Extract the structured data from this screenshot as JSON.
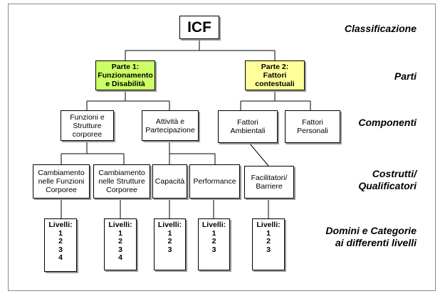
{
  "root": "ICF",
  "levels_label": {
    "classificazione": "Classificazione",
    "parti": "Parti",
    "componenti": "Componenti",
    "costrutti": "Costrutti/\nQualificatori",
    "domini": "Domini e Categorie\nai differenti livelli"
  },
  "parts": {
    "part1": "Parte 1:\nFunzionamento\ne Disabilità",
    "part2": "Parte 2:\nFattori\ncontestuali"
  },
  "components": {
    "funzioni": "Funzioni e\nStrutture\ncorporee",
    "attivita": "Attività e\nPartecipazione",
    "ambientali": "Fattori\nAmbientali",
    "personali": "Fattori\nPersonali"
  },
  "constructs": {
    "cambio_funzioni": "Cambiamento\nnelle Funzioni\nCorporee",
    "cambio_strutture": "Cambiamento\nnelle Strutture\nCorporee",
    "capacita": "Capacità",
    "performance": "Performance",
    "facilitatori": "Facilitatori/\nBarriere"
  },
  "levels": {
    "title": "Livelli:",
    "l1": [
      "1",
      "2",
      "3",
      "4"
    ],
    "l2": [
      "1",
      "2",
      "3",
      "4"
    ],
    "l3": [
      "1",
      "2",
      "3"
    ],
    "l4": [
      "1",
      "2",
      "3"
    ],
    "l5": [
      "1",
      "2",
      "3"
    ]
  },
  "colors": {
    "part1": "#ccff66",
    "part2": "#ffff99"
  }
}
